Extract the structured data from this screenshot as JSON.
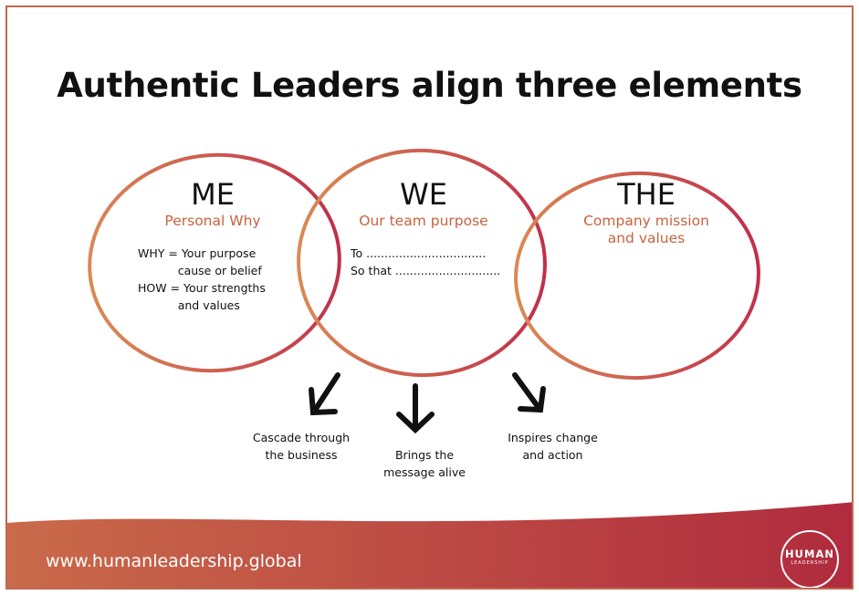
{
  "title": "Authentic Leaders align three elements",
  "circles": [
    {
      "heading": "ME",
      "subheading": "Personal Why",
      "lines": [
        "WHY = Your purpose",
        "           cause or belief",
        "HOW = Your strengths",
        "           and values"
      ]
    },
    {
      "heading": "WE",
      "subheading": "Our team purpose",
      "lines": [
        "To .................................",
        "So that ............................."
      ]
    },
    {
      "heading": "THE",
      "subheading": "Company mission and values",
      "lines": []
    }
  ],
  "outcomes": [
    {
      "text": "Cascade through the business"
    },
    {
      "text": "Brings the message alive"
    },
    {
      "text": "Inspires change and action"
    }
  ],
  "footer": {
    "url": "www.humanleadership.global",
    "logo_text": "HUMAN",
    "logo_subtext": "LEADERSHIP"
  },
  "colors": {
    "circle_gradient_start": "#d98a55",
    "circle_gradient_end": "#c0304a",
    "accent_text": "#c8623c",
    "footer_gradient_start": "#c96a4a",
    "footer_gradient_end": "#b02b3e"
  }
}
